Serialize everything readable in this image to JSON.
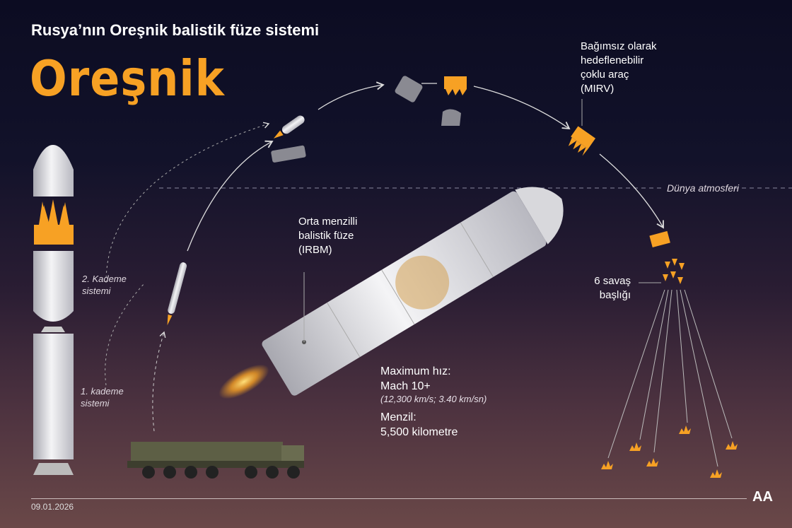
{
  "header": {
    "subtitle": "Rusya’nın Oreşnik balistik füze sistemi",
    "title": "Oreşnik"
  },
  "labels": {
    "stage2": [
      "2. Kademe",
      "sistemi"
    ],
    "stage1": [
      "1. kademe",
      "sistemi"
    ],
    "irbm": [
      "Orta menzilli",
      "balistik füze",
      "(IRBM)"
    ],
    "mirv": [
      "Bağımsız olarak",
      "hedeflenebilir",
      "çoklu araç",
      "(MIRV)"
    ],
    "atmosphere": "Dünya atmosferi",
    "warheads": [
      "6 savaş",
      "başlığı"
    ]
  },
  "stats": {
    "speed_label": "Maximum hız:",
    "speed_value": "Mach 10+",
    "speed_detail": "(12,300 km/s; 3.40 km/sn)",
    "range_label": "Menzil:",
    "range_value": "5,500 kilometre"
  },
  "footer": {
    "date": "09.01.2026",
    "logo": "AA"
  },
  "colors": {
    "accent": "#f7a124",
    "rocket": "#e8e8ec"
  }
}
